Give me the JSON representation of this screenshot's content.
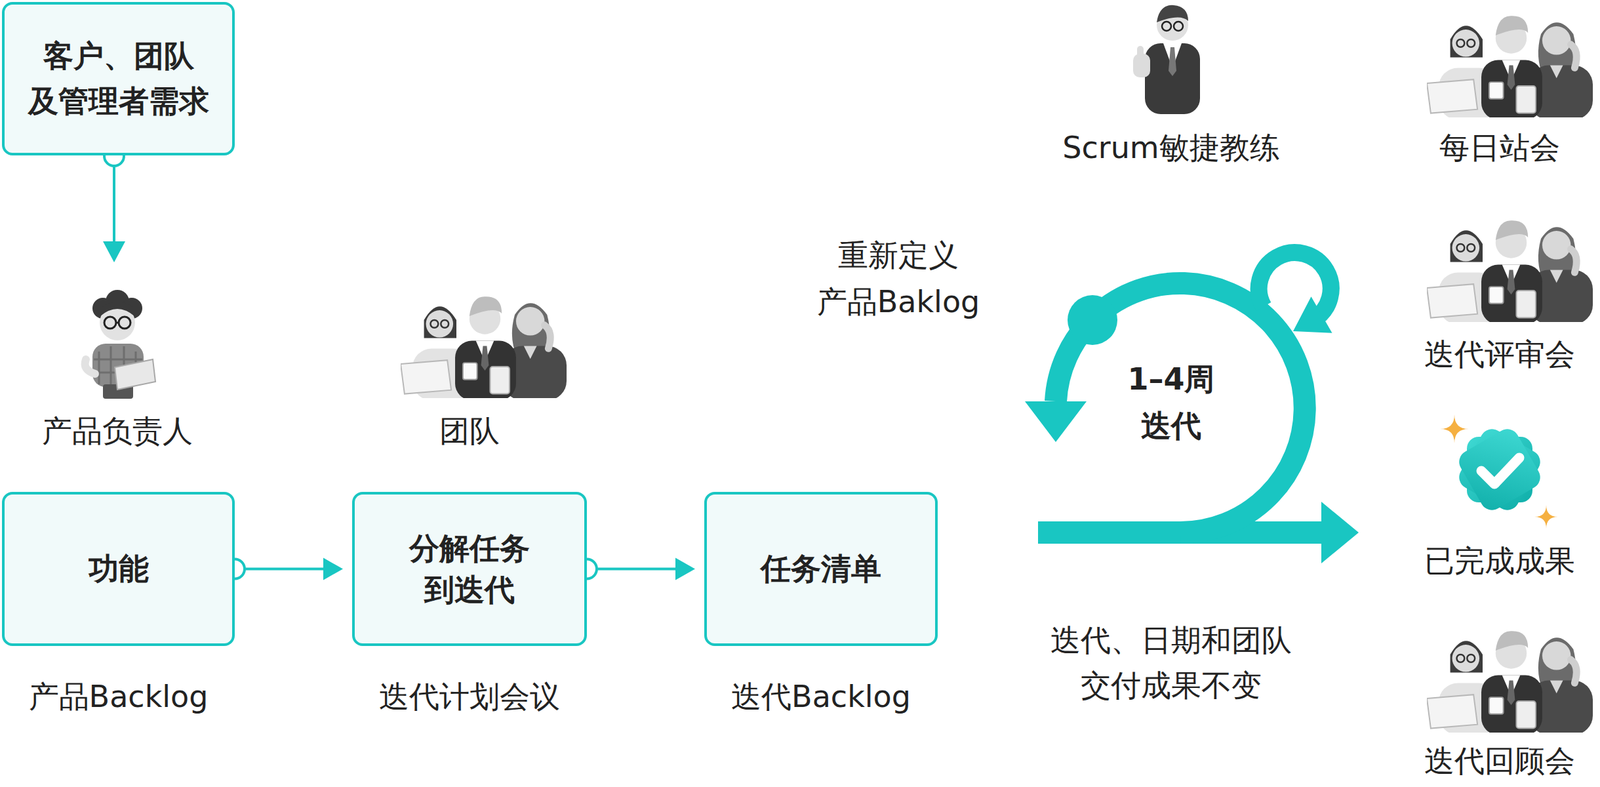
{
  "diagram": {
    "nodes": [
      {
        "text": [
          "客户、团队 及管理者需求"
        ]
      },
      {
        "text": [
          "功能",
          "产品Backlog"
        ]
      },
      {
        "text": [
          "分解任务 到迭代",
          "迭代计划会议"
        ]
      },
      {
        "text": [
          "任务清单",
          "迭代Backlog"
        ]
      }
    ],
    "edges": [
      {
        "from": 1,
        "to": 2,
        "arrow": "to"
      },
      {
        "from": 2,
        "to": 3,
        "arrow": "to"
      }
    ],
    "labels": [
      "产品负责人",
      "团队",
      "Scrum敏捷教练",
      "每日站会",
      "迭代评审会",
      "已完成成果",
      "迭代回顾会",
      "重新定义 产品Baklog",
      "1–4周 迭代",
      "迭代、日期和团队 交付成果不变"
    ]
  }
}
